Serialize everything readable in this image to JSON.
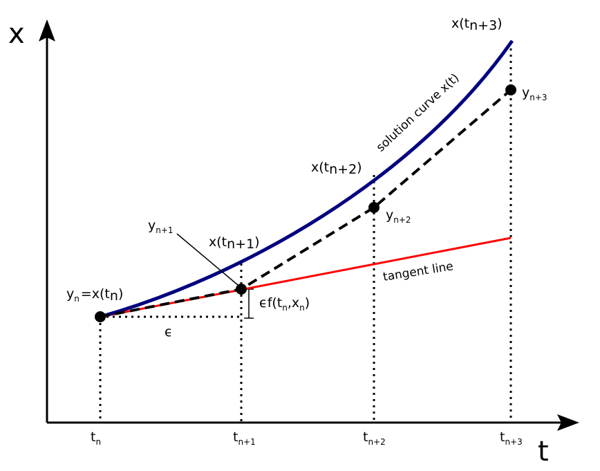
{
  "axes": {
    "x_axis_label": "t",
    "y_axis_label": "x"
  },
  "colors": {
    "solution_curve": "#000080",
    "tangent_line": "#ff0000",
    "approximation": "#000000",
    "axes": "#000000"
  },
  "labels": {
    "solution_curve": "solution curve x(t)",
    "tangent_line": "tangent line",
    "step_size": "ϵ",
    "yn_eq_main": "y",
    "yn_eq_sub": "n",
    "yn_eq_rest": "=x(t",
    "yn_eq_inner": "n",
    "yn_eq_close": ")",
    "increment_main": "ϵf(t",
    "increment_sub1": "n",
    "increment_mid": ",x",
    "increment_sub2": "n",
    "increment_close": ")",
    "y_n1_main": "y",
    "y_n1_sub": "n+1",
    "y_n2_main": "y",
    "y_n2_sub": "n+2",
    "y_n3_main": "y",
    "y_n3_sub": "n+3",
    "x_tn1_open": "x(t",
    "x_tn1_sub": "n+1",
    "x_tn1_close": ")",
    "x_tn2_open": "x(t",
    "x_tn2_sub": "n+2",
    "x_tn2_close": ")",
    "x_tn3_open": "x(t",
    "x_tn3_sub": "n+3",
    "x_tn3_close": ")"
  },
  "ticks": [
    {
      "main": "t",
      "sub": "n"
    },
    {
      "main": "t",
      "sub": "n+1"
    },
    {
      "main": "t",
      "sub": "n+2"
    },
    {
      "main": "t",
      "sub": "n+3"
    }
  ],
  "icons": {
    "axis_arrow": "triangle-arrowhead",
    "data_point": "filled-circle"
  }
}
